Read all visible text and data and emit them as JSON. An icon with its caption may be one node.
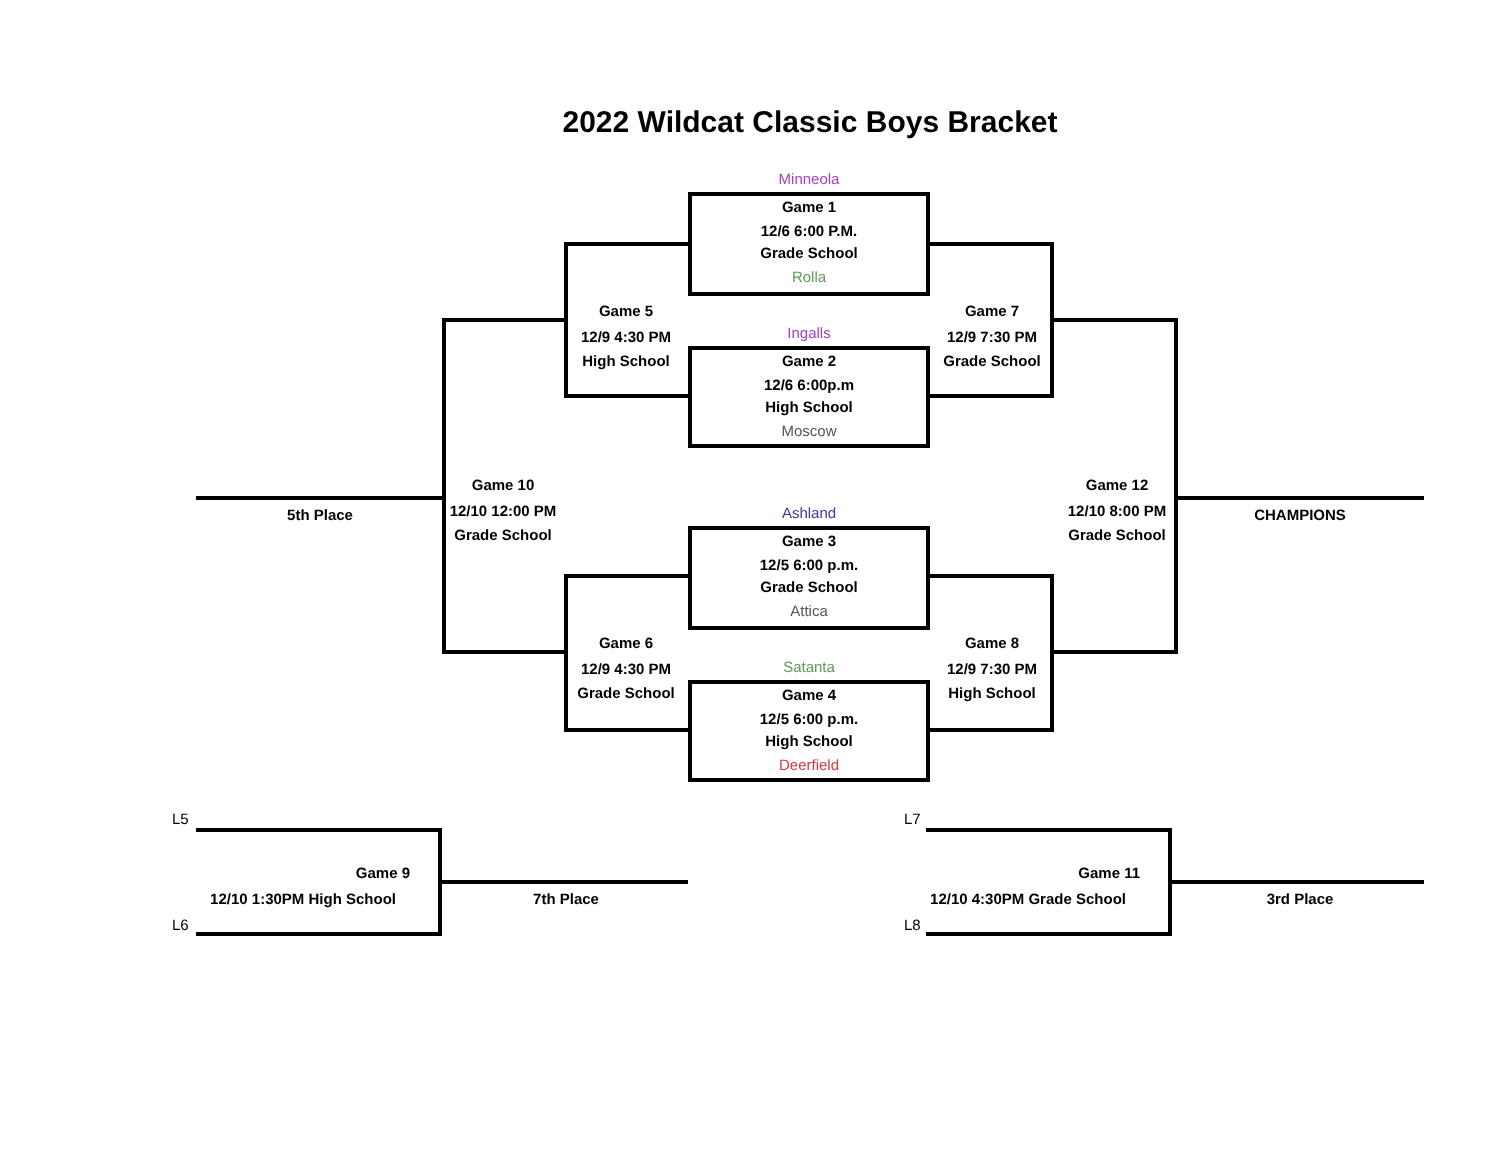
{
  "diagram": {
    "title": "2022 Wildcat Classic Boys Bracket",
    "nodes": [
      {
        "text": [
          "Minneola",
          "Game 1",
          "12/6 6:00 P.M.",
          "Grade School",
          "Rolla"
        ]
      },
      {
        "text": [
          "Ingalls",
          "Game 2",
          "12/6 6:00p.m",
          "High School",
          "Moscow"
        ]
      },
      {
        "text": [
          "Ashland",
          "Game 3",
          "12/5 6:00 p.m.",
          "Grade School",
          "Attica"
        ]
      },
      {
        "text": [
          "Satanta",
          "Game 4",
          "12/5 6:00 p.m.",
          "High School",
          "Deerfield"
        ]
      },
      {
        "text": [
          "Game 5",
          "12/9 4:30 PM",
          "High School"
        ]
      },
      {
        "text": [
          "Game 6",
          "12/9 4:30 PM",
          "Grade School"
        ]
      },
      {
        "text": [
          "Game 7",
          "12/9 7:30 PM",
          "Grade School"
        ]
      },
      {
        "text": [
          "Game 8",
          "12/9 7:30 PM",
          "High School"
        ]
      },
      {
        "text": [
          "Game 10",
          "12/10 12:00 PM",
          "Grade School"
        ]
      },
      {
        "text": [
          "Game 12",
          "12/10 8:00 PM",
          "Grade School"
        ]
      },
      {
        "text": [
          "Game 9",
          "12/10 1:30PM High School"
        ]
      },
      {
        "text": [
          "Game 11",
          "12/10 4:30PM Grade School"
        ]
      }
    ],
    "edges": [
      {
        "from": 0,
        "to": 4,
        "arrow": "none"
      },
      {
        "from": 1,
        "to": 4,
        "arrow": "none"
      },
      {
        "from": 2,
        "to": 5,
        "arrow": "none"
      },
      {
        "from": 3,
        "to": 5,
        "arrow": "none"
      },
      {
        "from": 0,
        "to": 6,
        "arrow": "none"
      },
      {
        "from": 1,
        "to": 6,
        "arrow": "none"
      },
      {
        "from": 2,
        "to": 7,
        "arrow": "none"
      },
      {
        "from": 3,
        "to": 7,
        "arrow": "none"
      },
      {
        "from": 4,
        "to": 8,
        "arrow": "none"
      },
      {
        "from": 5,
        "to": 8,
        "arrow": "none"
      },
      {
        "from": 6,
        "to": 9,
        "arrow": "none"
      },
      {
        "from": 7,
        "to": 9,
        "arrow": "none"
      },
      {
        "from": 8,
        "to": null,
        "arrow": "none",
        "label": "5th Place"
      },
      {
        "from": 9,
        "to": null,
        "arrow": "none",
        "label": "CHAMPIONS"
      },
      {
        "from": 10,
        "to": null,
        "arrow": "none",
        "label": "7th Place"
      },
      {
        "from": 11,
        "to": null,
        "arrow": "none",
        "label": "3rd Place"
      }
    ],
    "labels": [
      "L5",
      "L6",
      "L7",
      "L8"
    ]
  }
}
